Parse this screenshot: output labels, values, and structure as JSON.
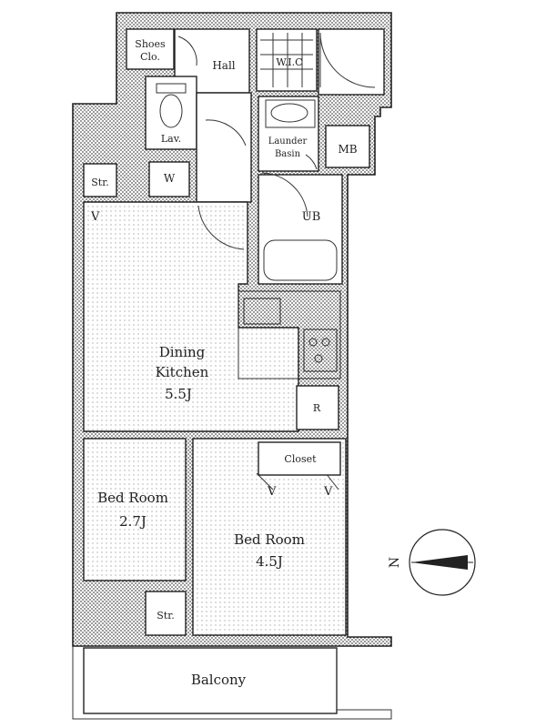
{
  "rooms": {
    "shoes_closet": {
      "line1": "Shoes",
      "line2": "Clo."
    },
    "hall": "Hall",
    "wic": "W.I.C",
    "lav": "Lav.",
    "launder": {
      "line1": "Launder",
      "line2": "Basin"
    },
    "mb": "MB",
    "storage_left": "Str.",
    "w": "W",
    "ub": "UB",
    "dining": {
      "line1": "Dining",
      "line2": "Kitchen",
      "line3": "5.5J"
    },
    "r": "R",
    "bedroom1": {
      "line1": "Bed Room",
      "line2": "2.7J"
    },
    "closet": "Closet",
    "bedroom2": {
      "line1": "Bed Room",
      "line2": "4.5J"
    },
    "storage_bottom": "Str.",
    "balcony": "Balcony"
  },
  "compass": {
    "label": "N"
  }
}
